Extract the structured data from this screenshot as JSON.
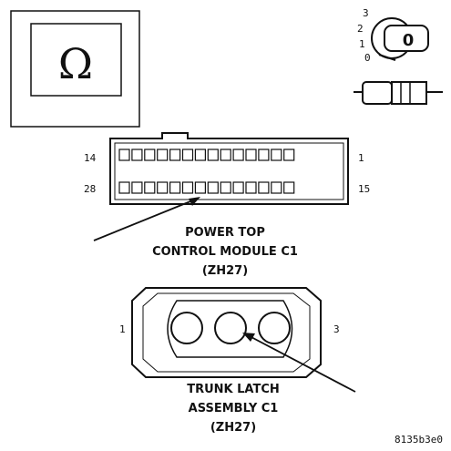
{
  "meter_symbol": {
    "glyph": "Ω",
    "icon": "ohm-symbol-icon"
  },
  "key_icon": {
    "positions": [
      "3",
      "2",
      "1",
      "0"
    ],
    "keyhole_label": "0"
  },
  "connector_icon": "connector-pair-icon",
  "module_connector": {
    "pin_top_left": "14",
    "pin_top_right": "1",
    "pin_bottom_left": "28",
    "pin_bottom_right": "15",
    "label_line1": "POWER TOP",
    "label_line2": "CONTROL MODULE C1",
    "label_line3": "(ZH27)"
  },
  "latch_connector": {
    "pin_left": "1",
    "pin_right": "3",
    "label_line1": "TRUNK LATCH",
    "label_line2": "ASSEMBLY C1",
    "label_line3": "(ZH27)"
  },
  "figure_id": "8135b3e0",
  "colors": {
    "line": "#111111",
    "background": "#ffffff"
  }
}
